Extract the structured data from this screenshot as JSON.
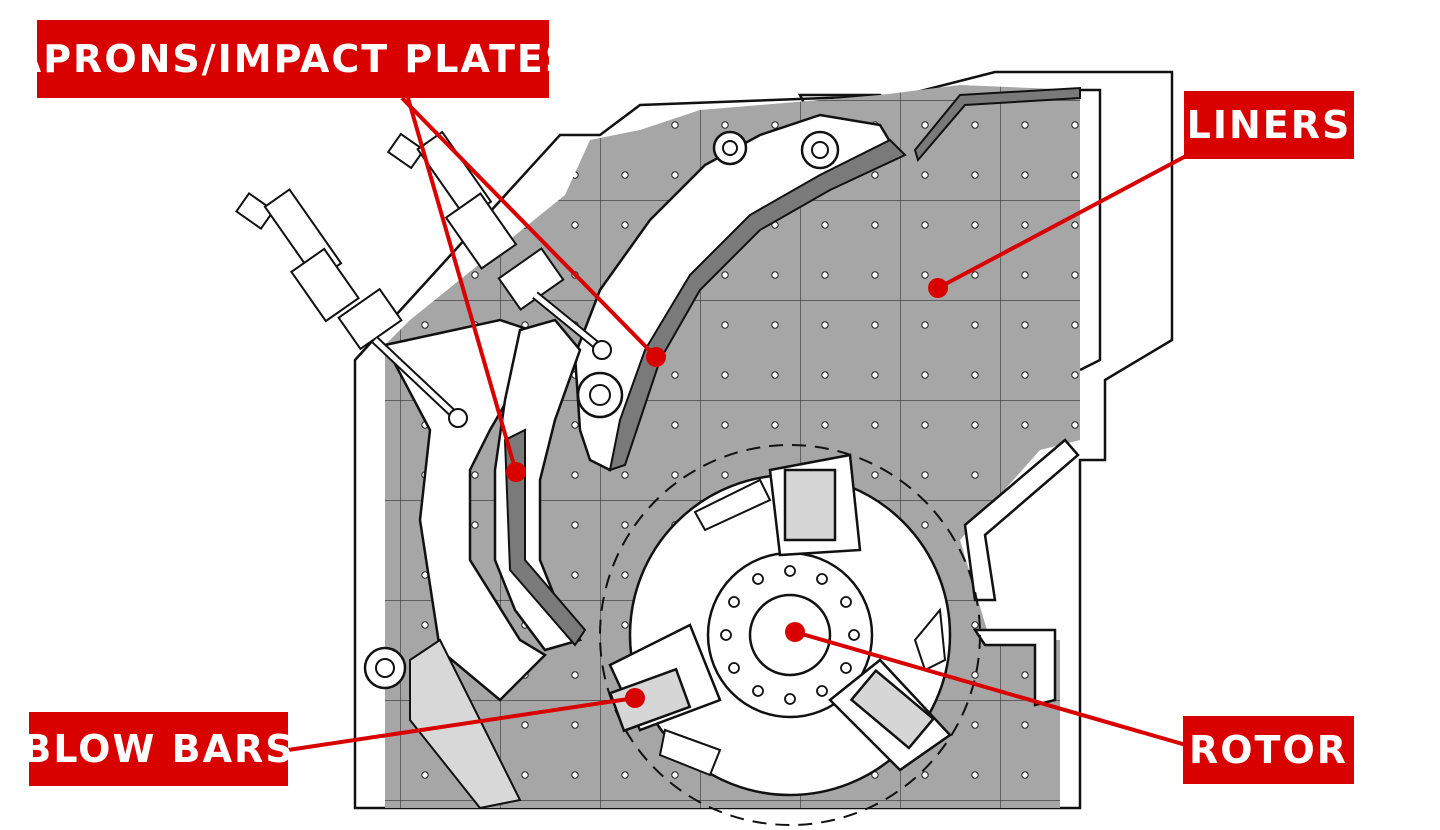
{
  "labels": {
    "aprons": "APRONS/IMPACT PLATES",
    "liners": "LINERS",
    "blow_bars": "BLOW BARS",
    "rotor": "ROTOR"
  },
  "colors": {
    "label_background": "#d90000",
    "label_text": "#ffffff",
    "leader_line": "#d90000",
    "liner_fill": "#a6a6a6",
    "line_art": "#111111"
  }
}
